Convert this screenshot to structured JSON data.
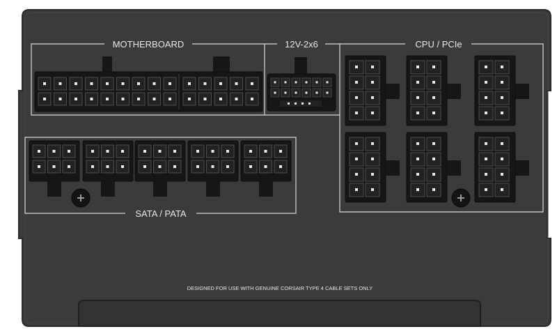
{
  "labels": {
    "motherboard": "MOTHERBOARD",
    "twelve_v": "12V-2x6",
    "cpu_pcie": "CPU / PCIe",
    "sata_pata": "SATA / PATA",
    "notice": "DESIGNED FOR USE WITH GENUINE CORSAIR TYPE 4 CABLE SETS ONLY"
  },
  "icons": {
    "screw": "screw-icon"
  },
  "colors": {
    "panel": "#3b3b3b",
    "panel_edge": "#2a2a2a",
    "connector": "#161616",
    "pin": "#e9e9e9",
    "outline": "#d9d9d9",
    "label": "#e8e8e8"
  }
}
